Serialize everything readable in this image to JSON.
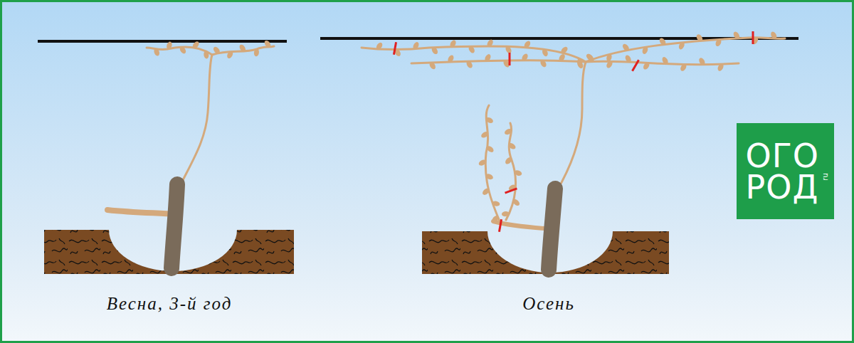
{
  "diagram": {
    "nodes": [
      {
        "text": [
          "ОГО РОД",
          "ru"
        ]
      }
    ],
    "labels": [
      "Весна, 3-й год",
      "Осень"
    ]
  }
}
